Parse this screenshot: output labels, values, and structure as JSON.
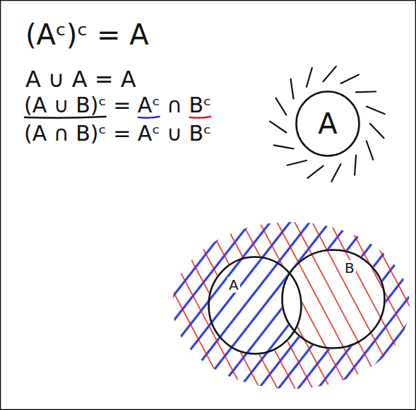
{
  "diagram": {
    "nodes": [
      {
        "text": [
          "A"
        ]
      },
      {
        "text": [
          "A"
        ]
      },
      {
        "text": [
          "B"
        ]
      }
    ],
    "labels": [
      "(Aᶜ)ᶜ = A",
      "A ∪ A = A",
      "(A ∪ B)ᶜ = Aᶜ ∩ Bᶜ",
      "(A ∩ B)ᶜ = Aᶜ ∪ Bᶜ"
    ]
  }
}
